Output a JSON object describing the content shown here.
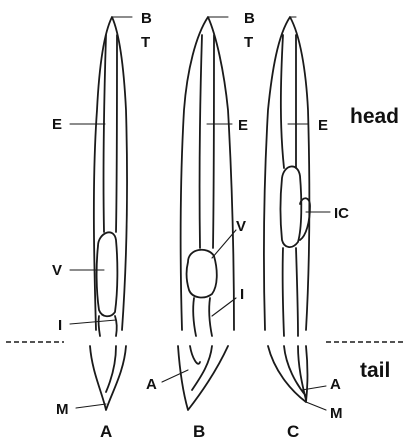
{
  "labels": {
    "A_B": "B",
    "A_T": "T",
    "A_E": "E",
    "A_V": "V",
    "A_I": "I",
    "A_M": "M",
    "B_B": "B",
    "B_T": "T",
    "B_E": "E",
    "B_V": "V",
    "B_I": "I",
    "B_A": "A",
    "C_E": "E",
    "C_IC": "IC",
    "C_A": "A",
    "C_M": "M",
    "head": "head",
    "tail": "tail"
  },
  "columns": [
    "A",
    "B",
    "C"
  ],
  "colors": {
    "line": "#1a1a1a",
    "background": "#ffffff"
  }
}
